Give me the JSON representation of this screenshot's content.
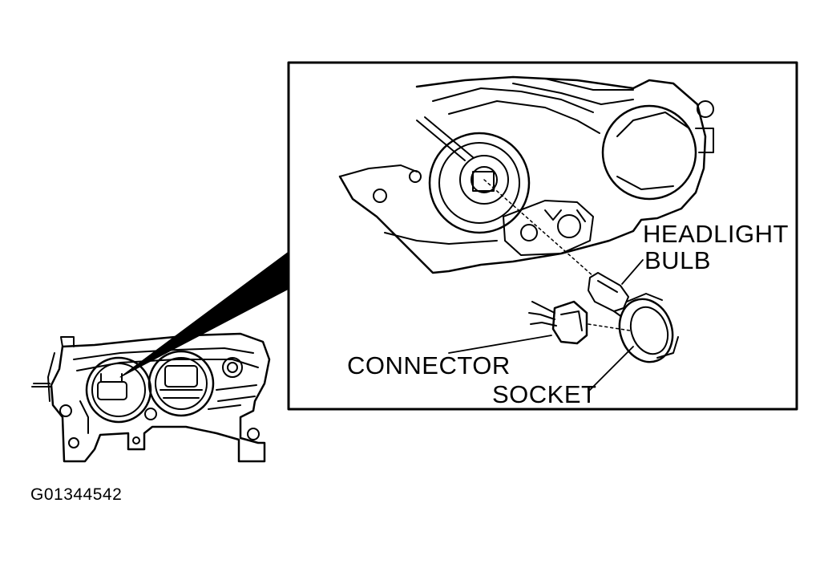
{
  "labels": {
    "headlight_bulb_line1": "HEADLIGHT",
    "headlight_bulb_line2": "BULB",
    "connector": "CONNECTOR",
    "socket": "SOCKET"
  },
  "figure_id": "G01344542",
  "colors": {
    "ink": "#000000",
    "paper": "#ffffff"
  }
}
